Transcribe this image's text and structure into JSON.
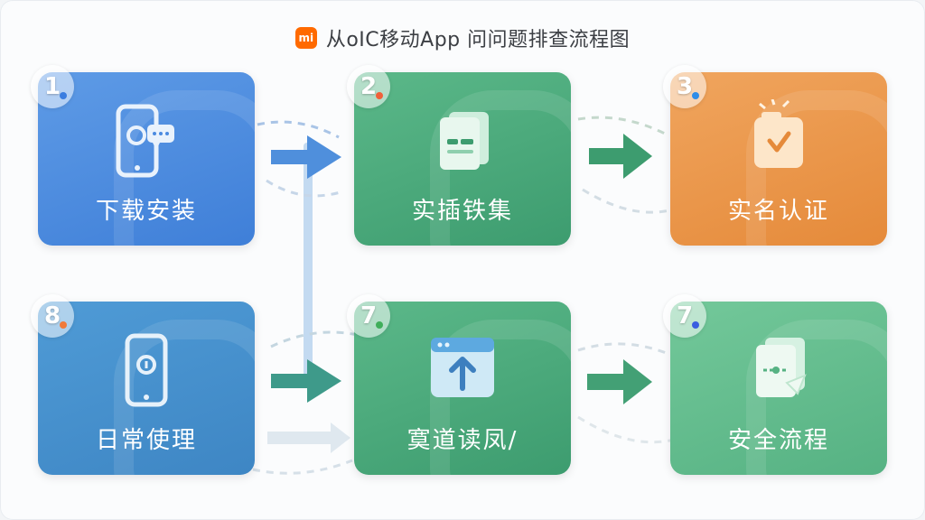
{
  "header": {
    "logo_text": "mi",
    "title": "从oIC移动App 问问题排查流程图"
  },
  "cards": [
    {
      "step": "1",
      "label": "下载安装",
      "icon": "phone-chat-icon",
      "color": "#4a8ae0"
    },
    {
      "step": "2",
      "label": "实插铁集",
      "icon": "document-icon",
      "color": "#4caa7b"
    },
    {
      "step": "3",
      "label": "实名认证",
      "icon": "folder-check-icon",
      "color": "#ec9848"
    },
    {
      "step": "8",
      "label": "日常使理",
      "icon": "phone-icon",
      "color": "#468ed0"
    },
    {
      "step": "7",
      "label": "寞道读凤/",
      "icon": "upload-window-icon",
      "color": "#48a77a"
    },
    {
      "step": "7",
      "label": "安全流程",
      "icon": "secure-files-icon",
      "color": "#62be8e"
    }
  ]
}
